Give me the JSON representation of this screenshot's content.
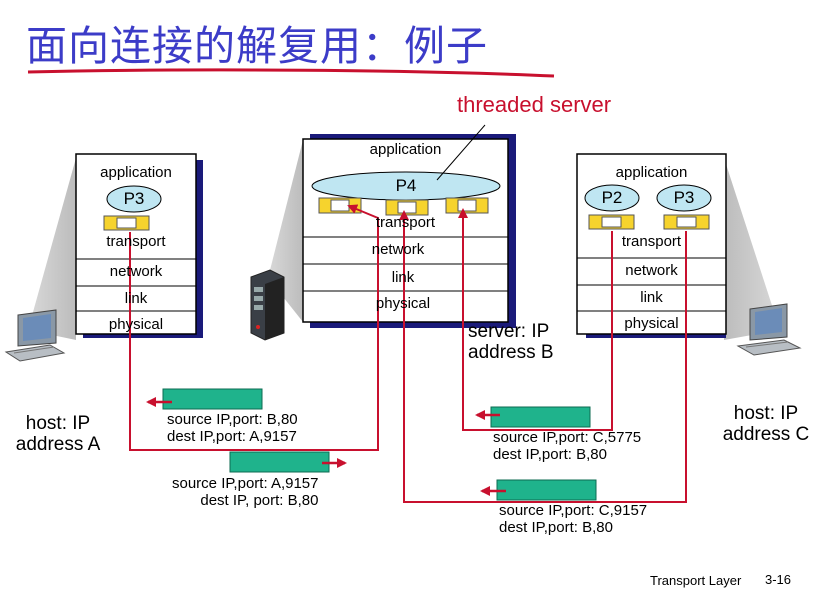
{
  "title": "面向连接的解复用：例子",
  "threaded_server_label": "threaded server",
  "layers": {
    "application": "application",
    "transport": "transport",
    "network": "network",
    "link": "link",
    "physical": "physical"
  },
  "processes": {
    "host_a": "P3",
    "server": "P4",
    "host_c_left": "P2",
    "host_c_right": "P3"
  },
  "host_a_label": [
    "host: IP",
    "address A"
  ],
  "server_label": [
    "server: IP",
    "address B"
  ],
  "host_c_label": [
    "host: IP",
    "address C"
  ],
  "segments": {
    "to_a": [
      "source IP,port: B,80",
      "dest IP,port: A,9157"
    ],
    "from_a": [
      "source IP,port: A,9157",
      "dest IP, port: B,80"
    ],
    "from_c_5775": [
      "source IP,port: C,5775",
      "dest IP,port: B,80"
    ],
    "from_c_9157": [
      "source IP,port: C,9157",
      "dest IP,port: B,80"
    ]
  },
  "footer": {
    "section": "Transport Layer",
    "page": "3-16"
  },
  "colors": {
    "title": "#3c3cc8",
    "arrow": "#c8102e",
    "packet": "#1fb38c",
    "shadow": "#1a1a7a",
    "process_oval": "#bfe6f2",
    "socket": "#f6d32d"
  }
}
